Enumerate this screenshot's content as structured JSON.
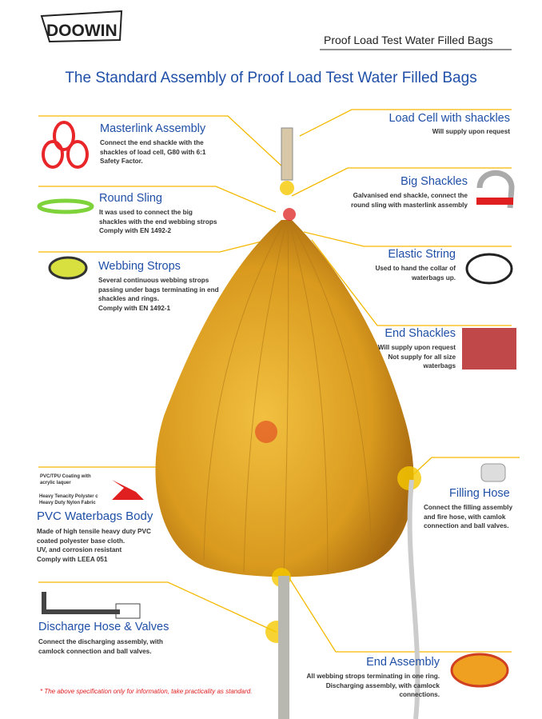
{
  "brand": "DOOWIN",
  "header": {
    "title": "Proof Load Test Water Filled Bags"
  },
  "main_title": "The Standard Assembly of Proof Load Test Water Filled Bags",
  "items": {
    "masterlink": {
      "title": "Masterlink Assembly",
      "lines": [
        "Connect the end shackle with the",
        "shackles of load cell, G80 with 6:1",
        "Safety Factor."
      ]
    },
    "round_sling": {
      "title": "Round  Sling",
      "lines": [
        "It was used to connect the big",
        "shackles with the end webbing strops",
        "Comply with EN 1492-2"
      ]
    },
    "webbing": {
      "title": "Webbing Strops",
      "lines": [
        "Several continuous webbing strops",
        "passing under bags terminating in end",
        "shackles and rings.",
        "Comply with EN 1492-1"
      ]
    },
    "pvc": {
      "title": "PVC Waterbags Body",
      "lines": [
        "Made of high tensile heavy duty PVC",
        "coated polyester base cloth.",
        "UV, and corrosion resistant",
        "Comply with LEEA 051"
      ],
      "label1": [
        "PVC/TPU Coating with",
        "acrylic laquer"
      ],
      "label2": [
        "Heavy Tenacity Polyster c",
        "Heavy Duty Nylon Fabric"
      ]
    },
    "discharge": {
      "title": "Discharge Hose & Valves",
      "lines": [
        "Connect the discharging assembly, with",
        "camlock connection and ball valves."
      ]
    },
    "load_cell": {
      "title": "Load Cell with shackles",
      "lines": [
        "Will supply upon request"
      ]
    },
    "big_shackles": {
      "title": "Big Shackles",
      "lines": [
        "Galvanised end shackle, connect the",
        "round sling with masterlink assembly"
      ]
    },
    "elastic": {
      "title": "Elastic String",
      "lines": [
        "Used to hand the collar of",
        "waterbags up."
      ]
    },
    "end_shackles": {
      "title": "End Shackles",
      "lines": [
        "Will supply upon request",
        "Not supply for all size",
        "waterbags"
      ]
    },
    "filling": {
      "title": "Filling Hose",
      "lines": [
        "Connect the filling assembly",
        "and fire hose, with camlok",
        "connection and ball valves."
      ]
    },
    "end_assembly": {
      "title": "End Assembly",
      "lines": [
        "All webbing strops terminating in one ring.",
        "Discharging assembly, with camlock",
        "connections."
      ]
    }
  },
  "footnote": "* The above specification only for information, take practicality as standard.",
  "colors": {
    "title": "#1f4fa6",
    "line": "#f5b800",
    "bag": "#e0a020",
    "note": "#e02020"
  }
}
